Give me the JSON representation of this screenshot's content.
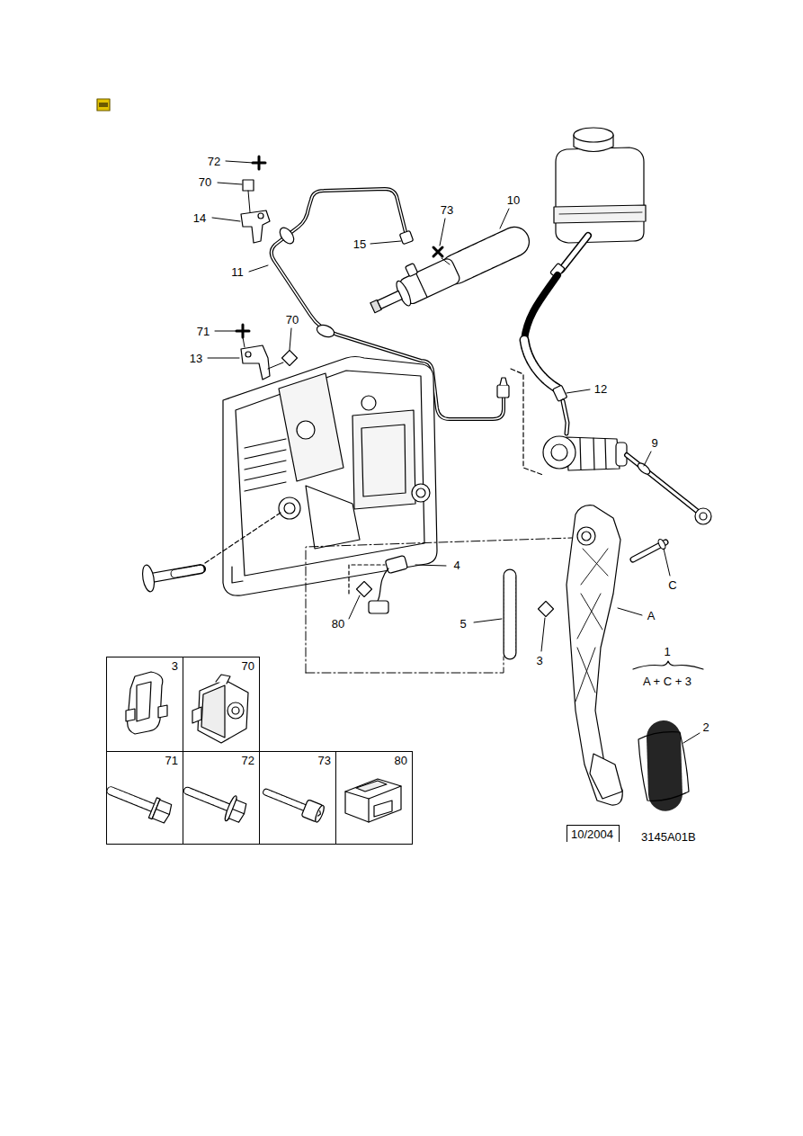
{
  "diagram": {
    "nodes": [
      {
        "text": [
          "3"
        ]
      },
      {
        "text": [
          "70"
        ]
      },
      {
        "text": [
          "71"
        ]
      },
      {
        "text": [
          "72"
        ]
      },
      {
        "text": [
          "73"
        ]
      },
      {
        "text": [
          "80"
        ]
      },
      {
        "text": [
          "10/2004"
        ]
      }
    ],
    "labels": [
      "72",
      "70",
      "14",
      "11",
      "73",
      "15",
      "10",
      "71",
      "70",
      "13",
      "12",
      "9",
      "4",
      "80",
      "C",
      "5",
      "3",
      "A",
      "1",
      "A + C + 3",
      "2",
      "3145A01B"
    ]
  }
}
